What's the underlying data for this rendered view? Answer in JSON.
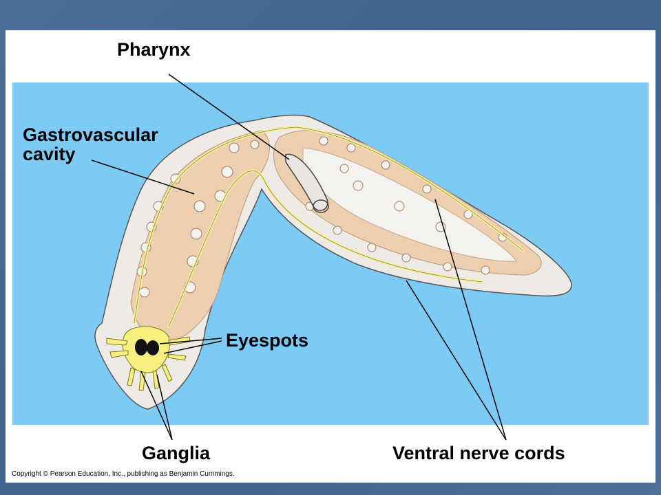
{
  "labels": {
    "pharynx": "Pharynx",
    "gastrovascular_line1": "Gastrovascular",
    "gastrovascular_line2": "cavity",
    "eyespots": "Eyespots",
    "ganglia": "Ganglia",
    "ventral_nerve_cords": "Ventral nerve cords"
  },
  "copyright": "Copyright © Pearson Education, Inc., publishing as Benjamin Cummings.",
  "colors": {
    "background_panel": "#7dcbf5",
    "body_outline_fill": "#eeeae6",
    "gut_fill": "#edcfb0",
    "nerve_yellow": "#f5ee9a",
    "ganglia_yellow": "#f7f07e"
  }
}
